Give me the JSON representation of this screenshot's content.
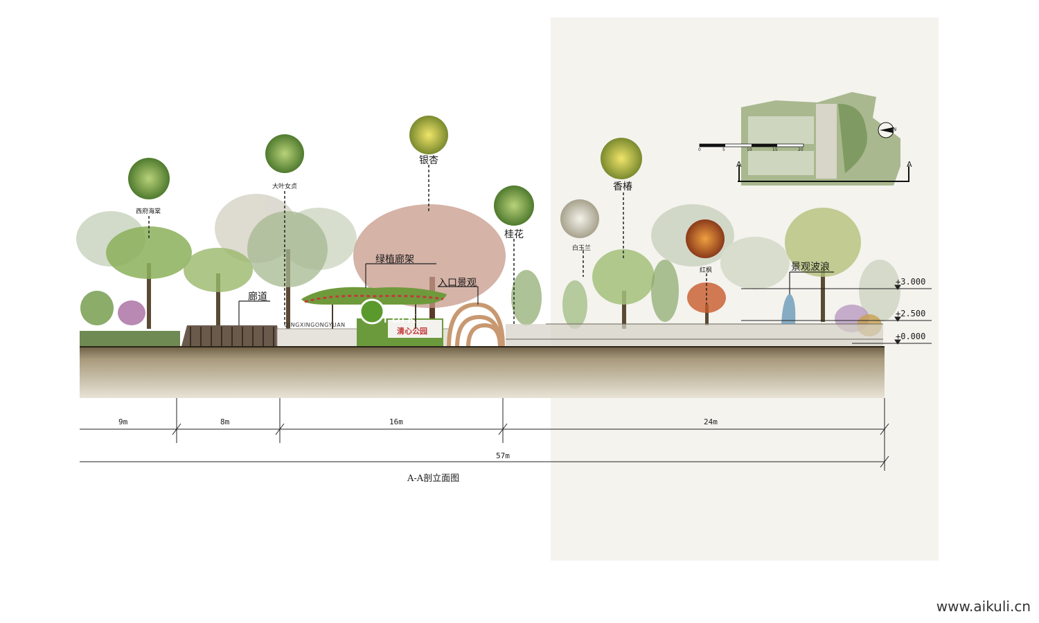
{
  "plants": {
    "xifu_haitang": "西府海棠",
    "dayenuzhen": "大叶女贞",
    "yinxing": "银杏",
    "guihua": "桂花",
    "baiyulan": "白玉兰",
    "xiangchun": "香椿",
    "hongfeng": "红枫"
  },
  "features": {
    "corridor": "廊道",
    "green_pergola": "绿植廊架",
    "entrance": "入口景观",
    "wave": "景观波浪"
  },
  "sign": {
    "brand_letters": "Park",
    "name": "清心公园",
    "pinyin": "QINGXINGONGYUAN"
  },
  "elevations": [
    "+3.000",
    "+2.500",
    "+0.000"
  ],
  "dimensions": {
    "segments": [
      "9m",
      "8m",
      "16m",
      "24m"
    ],
    "total": "57m"
  },
  "title": "A-A剖立面图",
  "key_plan": {
    "section_marks": [
      "A",
      "A"
    ],
    "scale_ticks": [
      "0",
      "5",
      "10",
      "15",
      "20"
    ],
    "north": "N"
  },
  "watermark": "www.aikuli.cn",
  "colors": {
    "soil": "#8a7a5e",
    "tree_green": "#7fa35a",
    "maple": "#c85a2a",
    "lawn": "#6f9a3c"
  }
}
